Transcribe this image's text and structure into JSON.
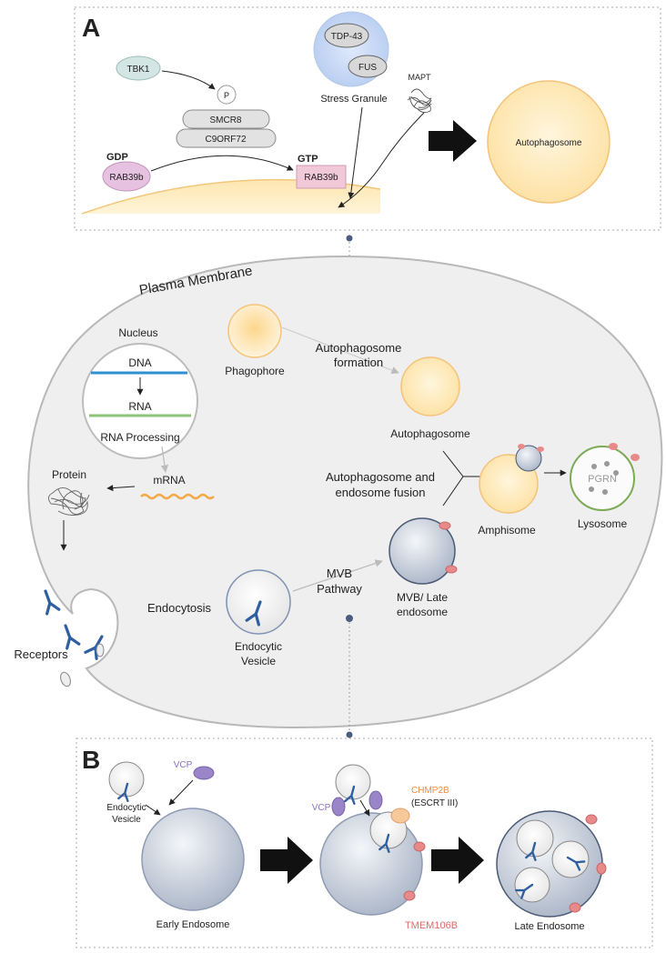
{
  "panel_a": {
    "label": "A",
    "tbk1": "TBK1",
    "p": "P",
    "smcr8": "SMCR8",
    "c9orf72": "C9ORF72",
    "gdp": "GDP",
    "gtp": "GTP",
    "rab_gdp": "RAB39b",
    "rab_gtp": "RAB39b",
    "tdp43": "TDP-43",
    "fus": "FUS",
    "stress_granule": "Stress Granule",
    "mapt": "MAPT",
    "autophagosome": "Autophagosome"
  },
  "cell": {
    "plasma_membrane": "Plasma Membrane",
    "nucleus": "Nucleus",
    "dna": "DNA",
    "rna": "RNA",
    "rna_processing": "RNA Processing",
    "mrna": "mRNA",
    "protein": "Protein",
    "receptors": "Receptors",
    "endocytosis": "Endocytosis",
    "endocytic_vesicle_l1": "Endocytic",
    "endocytic_vesicle_l2": "Vesicle",
    "mvb_pathway_l1": "MVB",
    "mvb_pathway_l2": "Pathway",
    "mvb_l1": "MVB/ Late",
    "mvb_l2": "endosome",
    "phagophore": "Phagophore",
    "autophagosome_formation_l1": "Autophagosome",
    "autophagosome_formation_l2": "formation",
    "autophagosome": "Autophagosome",
    "fusion_l1": "Autophagosome and",
    "fusion_l2": "endosome fusion",
    "amphisome": "Amphisome",
    "lysosome": "Lysosome",
    "pgrn": "PGRN"
  },
  "panel_b": {
    "label": "B",
    "vcp_1": "VCP",
    "vcp_2": "VCP",
    "endocytic_vesicle_l1": "Endocytic",
    "endocytic_vesicle_l2": "Vesicle",
    "early_endosome": "Early Endosome",
    "chmp2b": "CHMP2B",
    "escrt": "(ESCRT III)",
    "tmem106b": "TMEM106B",
    "late_endosome": "Late Endosome"
  },
  "colors": {
    "autophago_fill": "#fde9b6",
    "autophago_stroke": "#f5c27a",
    "receptor_blue": "#2f5fa0",
    "vcp_purple": "#9a85c9",
    "tmem_pink": "#e98a8a",
    "chmp2b_orange": "#f0a060",
    "lysosome_green": "#7caa55",
    "dna_blue": "#2f8fd0",
    "rna_green": "#8cc47a"
  }
}
